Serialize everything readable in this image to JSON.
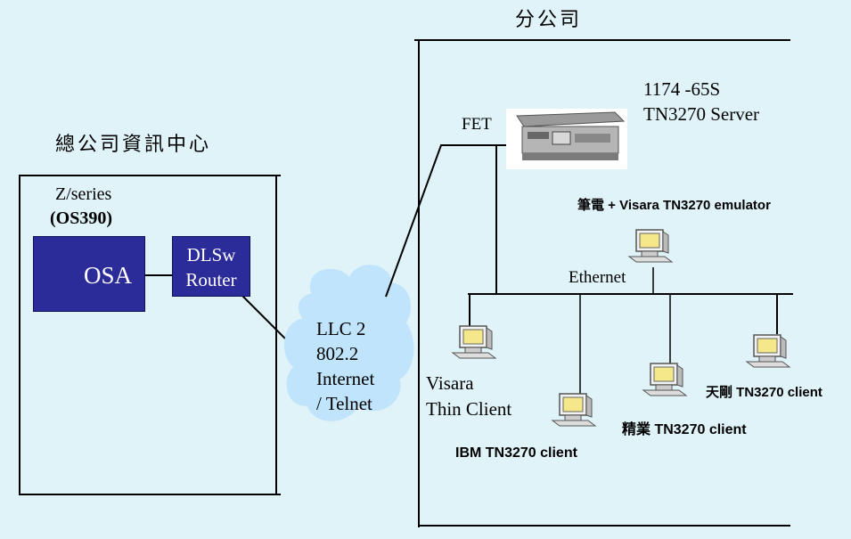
{
  "headquarters": {
    "title": "總公司資訊中心",
    "mainframe": "Z/series",
    "os": "(OS390)",
    "osa": "OSA",
    "router_line1": "DLSw",
    "router_line2": "Router"
  },
  "network": {
    "lines": [
      "LLC 2",
      "802.2",
      "Internet",
      "/ Telnet"
    ]
  },
  "branch": {
    "title": "分公司",
    "fet": "FET",
    "server_model": "1174 -65S",
    "server_name": "TN3270 Server",
    "laptop_label": "筆電 + Visara TN3270 emulator",
    "ethernet": "Ethernet",
    "visara_client_line1": "Visara",
    "visara_client_line2": "Thin Client",
    "ibm_client": "IBM TN3270  client",
    "jingye_client": "精業 TN3270  client",
    "tiangang_client": "天剛 TN3270  client"
  }
}
